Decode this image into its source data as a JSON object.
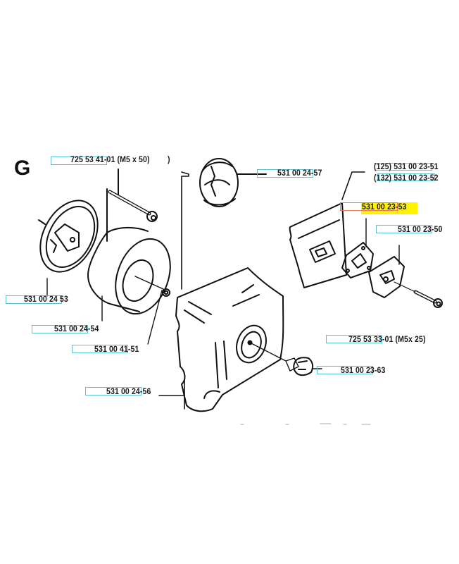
{
  "section_letter": "G",
  "parts": {
    "bolt_m5x50": "725 53 41-01 (M5 x 50)",
    "bolt_paren": ")",
    "air_filter_cap": "531 00 24-57",
    "part_125": "(125) 531 00 23-51",
    "part_132": "(132) 531 00 23-52",
    "gasket_highlighted": "531 00 23-53",
    "adapter": "531  00 23-50",
    "starter_pulley": "531  00 24 53",
    "filter_element": "531 00 24-54",
    "washer": "531 00 41-51",
    "bolt_m5x25": "725 53 33-01 (M5x 25)",
    "knob": "531 00 23-63",
    "cover": "531 00 24-56"
  },
  "colors": {
    "highlight": "#fff200",
    "callout_box": "#5bc3d0",
    "selected_box": "#f07a50"
  }
}
